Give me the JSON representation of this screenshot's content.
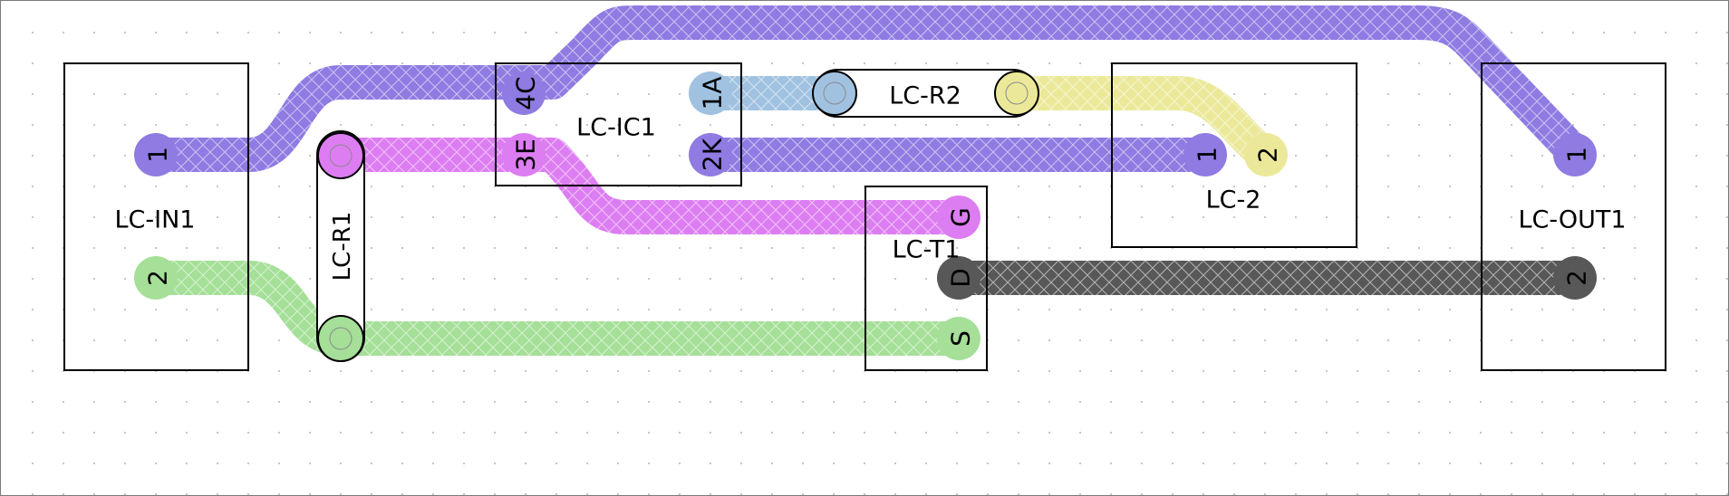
{
  "colors": {
    "background": "#ffffff",
    "grid_dot": "#b4b4b4",
    "outline": "#000000",
    "net_purple": "#8f7be2",
    "net_magenta": "#dd7df2",
    "net_green": "#a5df98",
    "net_blue": "#a0c2e0",
    "net_yellow": "#ebe999",
    "net_dark": "#585858",
    "hatch": "#ffffff"
  },
  "components": {
    "lc_in1": {
      "label": "LC-IN1",
      "pins": [
        "1",
        "2"
      ]
    },
    "lc_ic1": {
      "label": "LC-IC1",
      "pins": [
        "4C",
        "3E",
        "1A",
        "2K"
      ]
    },
    "lc_r1": {
      "label": "LC-R1"
    },
    "lc_r2": {
      "label": "LC-R2"
    },
    "lc_2": {
      "label": "LC-2",
      "pins": [
        "1",
        "2"
      ]
    },
    "lc_t1": {
      "label": "LC-T1",
      "pins": [
        "G",
        "D",
        "S"
      ]
    },
    "lc_out1": {
      "label": "LC-OUT1",
      "pins": [
        "1",
        "2"
      ]
    }
  }
}
